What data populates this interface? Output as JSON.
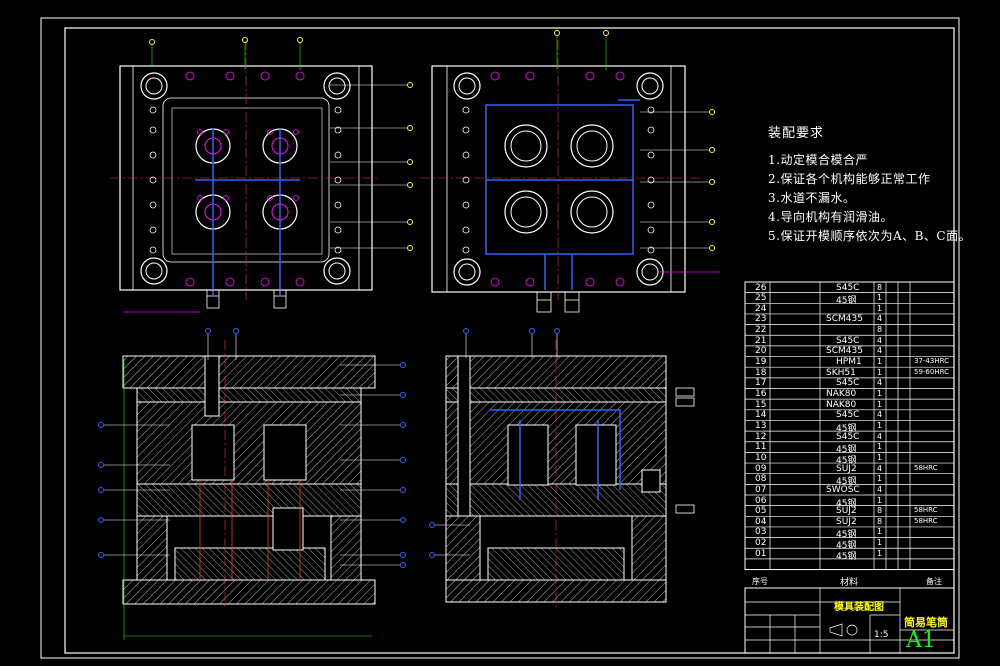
{
  "colors": {
    "background": "#000000",
    "outline": "#ffffff",
    "hatch": "#c9c9c9",
    "accent_magenta": "#ff00ff",
    "accent_blue": "#3060ff",
    "accent_yellow": "#ffff00",
    "accent_green": "#00ff00",
    "accent_red": "#ff3030",
    "accent_cyan": "#00ffff"
  },
  "assembly_notes": {
    "title": "装配要求",
    "items": [
      "1.动定模合模合严",
      "2.保证各个机构能够正常工作",
      "3.水道不漏水。",
      "4.导向机构有润滑油。",
      "5.保证开模顺序依次为A、B、C面。"
    ]
  },
  "bom": {
    "rows": [
      {
        "no": "26",
        "material": "S45C",
        "qty": "8",
        "remark": ""
      },
      {
        "no": "25",
        "material": "45钢",
        "qty": "1",
        "remark": ""
      },
      {
        "no": "24",
        "material": "",
        "qty": "1",
        "remark": ""
      },
      {
        "no": "23",
        "material": "SCM435",
        "qty": "4",
        "remark": ""
      },
      {
        "no": "22",
        "material": "",
        "qty": "8",
        "remark": ""
      },
      {
        "no": "21",
        "material": "S45C",
        "qty": "4",
        "remark": ""
      },
      {
        "no": "20",
        "material": "SCM435",
        "qty": "4",
        "remark": ""
      },
      {
        "no": "19",
        "material": "HPM1",
        "qty": "1",
        "remark": "37-43HRC"
      },
      {
        "no": "18",
        "material": "SKH51",
        "qty": "1",
        "remark": "59-60HRC"
      },
      {
        "no": "17",
        "material": "S45C",
        "qty": "4",
        "remark": ""
      },
      {
        "no": "16",
        "material": "NAK80",
        "qty": "1",
        "remark": ""
      },
      {
        "no": "15",
        "material": "NAK80",
        "qty": "1",
        "remark": ""
      },
      {
        "no": "14",
        "material": "S45C",
        "qty": "4",
        "remark": ""
      },
      {
        "no": "13",
        "material": "45钢",
        "qty": "1",
        "remark": ""
      },
      {
        "no": "12",
        "material": "S45C",
        "qty": "4",
        "remark": ""
      },
      {
        "no": "11",
        "material": "45钢",
        "qty": "1",
        "remark": ""
      },
      {
        "no": "10",
        "material": "45钢",
        "qty": "1",
        "remark": ""
      },
      {
        "no": "09",
        "material": "SUJ2",
        "qty": "4",
        "remark": "58HRC"
      },
      {
        "no": "08",
        "material": "45钢",
        "qty": "1",
        "remark": ""
      },
      {
        "no": "07",
        "material": "SWOSC",
        "qty": "4",
        "remark": ""
      },
      {
        "no": "06",
        "material": "45钢",
        "qty": "1",
        "remark": ""
      },
      {
        "no": "05",
        "material": "SUJ2",
        "qty": "8",
        "remark": "58HRC"
      },
      {
        "no": "04",
        "material": "SUJ2",
        "qty": "8",
        "remark": "58HRC"
      },
      {
        "no": "03",
        "material": "45钢",
        "qty": "1",
        "remark": ""
      },
      {
        "no": "02",
        "material": "45钢",
        "qty": "1",
        "remark": ""
      },
      {
        "no": "01",
        "material": "45钢",
        "qty": "1",
        "remark": ""
      }
    ],
    "header": {
      "no": "序号",
      "material": "材料",
      "remark": "备注"
    }
  },
  "title_block": {
    "drawing_name": "模具装配图",
    "designer": "简易笔筒",
    "sheet_size": "A1",
    "scale": "1:5"
  }
}
